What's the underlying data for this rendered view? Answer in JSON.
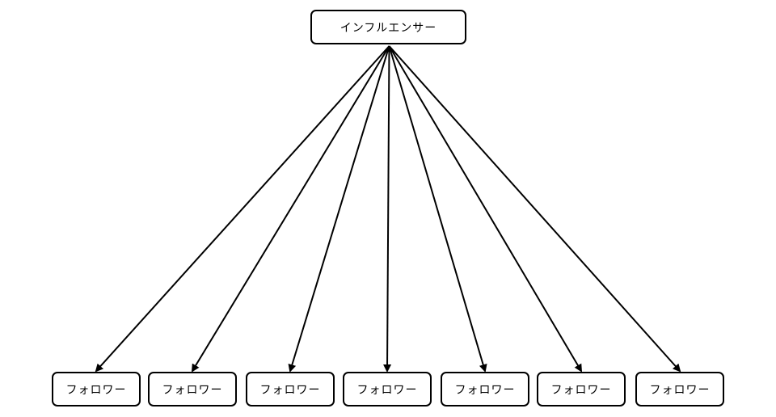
{
  "diagram": {
    "root": {
      "label": "インフルエンサー"
    },
    "children": [
      {
        "label": "フォロワー"
      },
      {
        "label": "フォロワー"
      },
      {
        "label": "フォロワー"
      },
      {
        "label": "フォロワー"
      },
      {
        "label": "フォロワー"
      },
      {
        "label": "フォロワー"
      },
      {
        "label": "フォロワー"
      }
    ],
    "edges": [
      {
        "from": "root",
        "to": 0,
        "arrow": "end"
      },
      {
        "from": "root",
        "to": 1,
        "arrow": "end"
      },
      {
        "from": "root",
        "to": 2,
        "arrow": "end"
      },
      {
        "from": "root",
        "to": 3,
        "arrow": "end"
      },
      {
        "from": "root",
        "to": 4,
        "arrow": "end"
      },
      {
        "from": "root",
        "to": 5,
        "arrow": "end"
      },
      {
        "from": "root",
        "to": 6,
        "arrow": "end"
      }
    ],
    "colors": {
      "stroke": "#000000",
      "background": "#ffffff"
    }
  }
}
